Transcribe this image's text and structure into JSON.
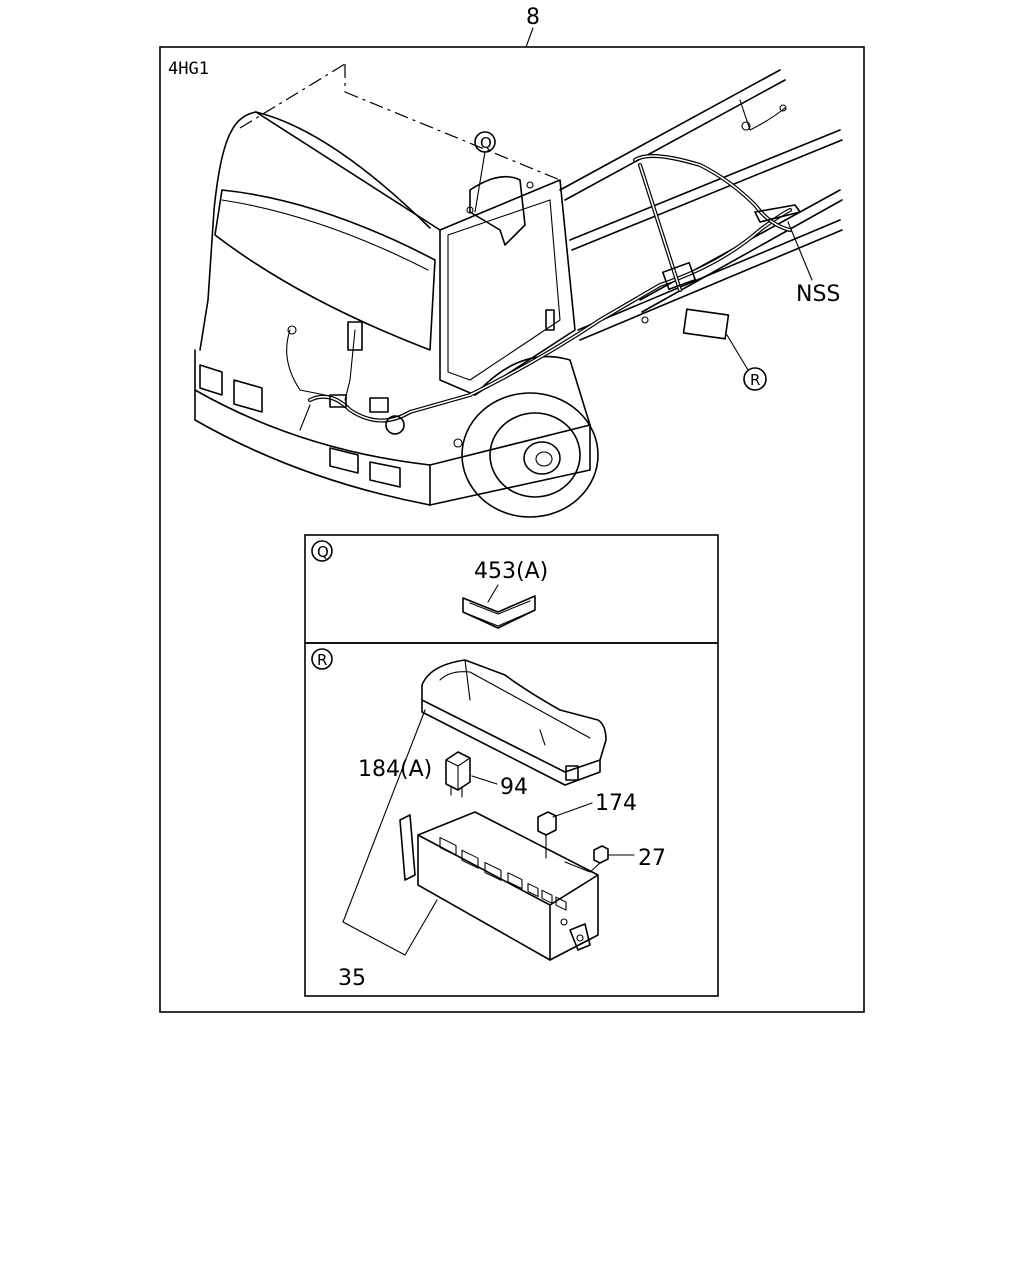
{
  "figure": {
    "top_number": "8",
    "model_code": "4HG1"
  },
  "callouts": {
    "q_marker": "Q",
    "r_marker": "R",
    "nss": "NSS"
  },
  "detail_q": {
    "marker": "Q",
    "part_label": "453(A)"
  },
  "detail_r": {
    "marker": "R",
    "labels": {
      "cover": "184(A)",
      "relay": "94",
      "fuse_large": "174",
      "fuse_small": "27",
      "assembly": "35"
    }
  }
}
